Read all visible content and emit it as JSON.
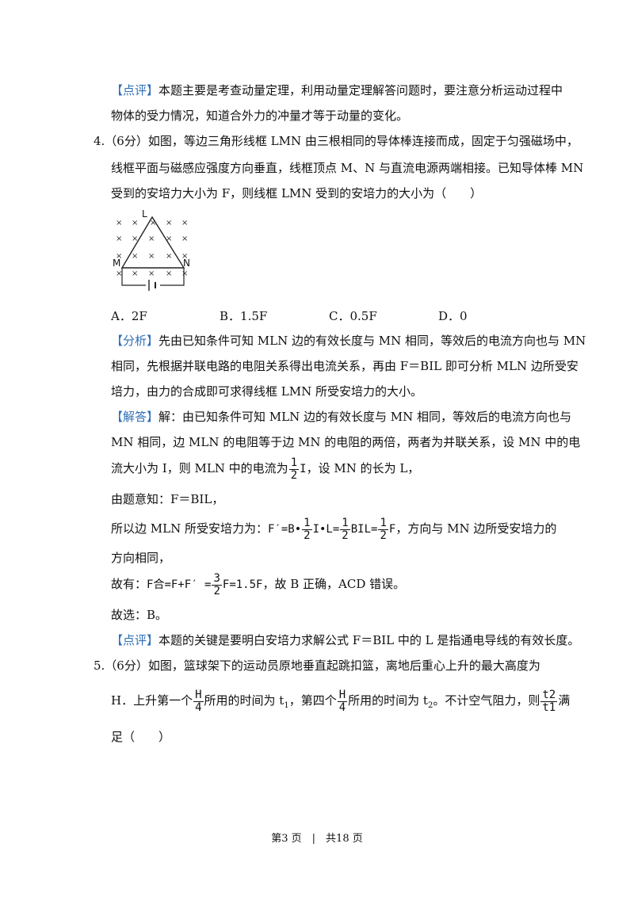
{
  "p_dianping1": {
    "tag": "【点评】",
    "l1": "本题主要是考查动量定理，利用动量定理解答问题时，要注意分析运动过程中",
    "l2": "物体的受力情况，知道合外力的冲量才等于动量的变化。"
  },
  "q4": {
    "l1": "4.（6分）如图，等边三角形线框 LMN 由三根相同的导体棒连接而成，固定于匀强磁场中，",
    "l2": "线框平面与磁感应强度方向垂直，线框顶点 M、N 与直流电源两端相接。已知导体棒 MN",
    "l3": "受到的安培力大小为 F，则线框 LMN 受到的安培力的大小为（　　）",
    "fig": {
      "L": "L",
      "M": "M",
      "N": "N",
      "cross": "×"
    },
    "options": [
      "A．2F",
      "B．1.5F",
      "C．0.5F",
      "D．0"
    ]
  },
  "fenxi": {
    "tag": "【分析】",
    "l1": "先由已知条件可知 MLN 边的有效长度与 MN 相同，等效后的电流方向也与 MN",
    "l2": "相同，先根据并联电路的电阻关系得出电流关系，再由 F＝BIL 即可分析 MLN 边所受安",
    "l3": "培力，由力的合成即可求得线框 LMN 所受安培力的大小。"
  },
  "jieda": {
    "tag": "【解答】",
    "l1": "解：由已知条件可知 MLN 边的有效长度与 MN 相同，等效后的电流方向也与",
    "l2": "MN 相同，边 MLN 的电阻等于边 MN 的电阻的两倍，两者为并联关系，设 MN 中的电",
    "l3a": "流大小为 I，则 MLN 中的电流为",
    "f_half_num": "1",
    "f_half_den": "2",
    "l3b": "I",
    "l3c": "，设 MN 的长为 L，",
    "l4": "由题意知：F＝BIL，",
    "l5a": "所以边 MLN 所受安培力为：",
    "l5b": "F′=B•",
    "l5c": "I•L=",
    "l5d": "BIL=",
    "l5e": "F",
    "l5f": "，方向与 MN 边所受安培力的",
    "l6": "方向相同，",
    "l7a": "故有：",
    "l7b": "F合=F+F′ =",
    "f_three": "3",
    "l7c": "F=1.5F",
    "l7d": "，故 B 正确，ACD 错误。",
    "l8": "故选：B。"
  },
  "p_dianping2": {
    "tag": "【点评】",
    "l1": "本题的关键是要明白安培力求解公式 F＝BIL 中的 L 是指通电导线的有效长度。"
  },
  "q5": {
    "l1": "5.（6分）如图，篮球架下的运动员原地垂直起跳扣篮，离地后重心上升的最大高度为",
    "l2a": "H．上升第一个",
    "H": "H",
    "four": "4",
    "l2b": "所用的时间为 t",
    "s1": "1",
    "l2c": "，第四个",
    "l2d": "所用的时间为 t",
    "s2": "2",
    "l2e": "。不计空气阻力，则",
    "t2": "t2",
    "t1": "t1",
    "l2f": "满",
    "l3": "足（　　）"
  },
  "footer": "第3 页　|　共18 页"
}
